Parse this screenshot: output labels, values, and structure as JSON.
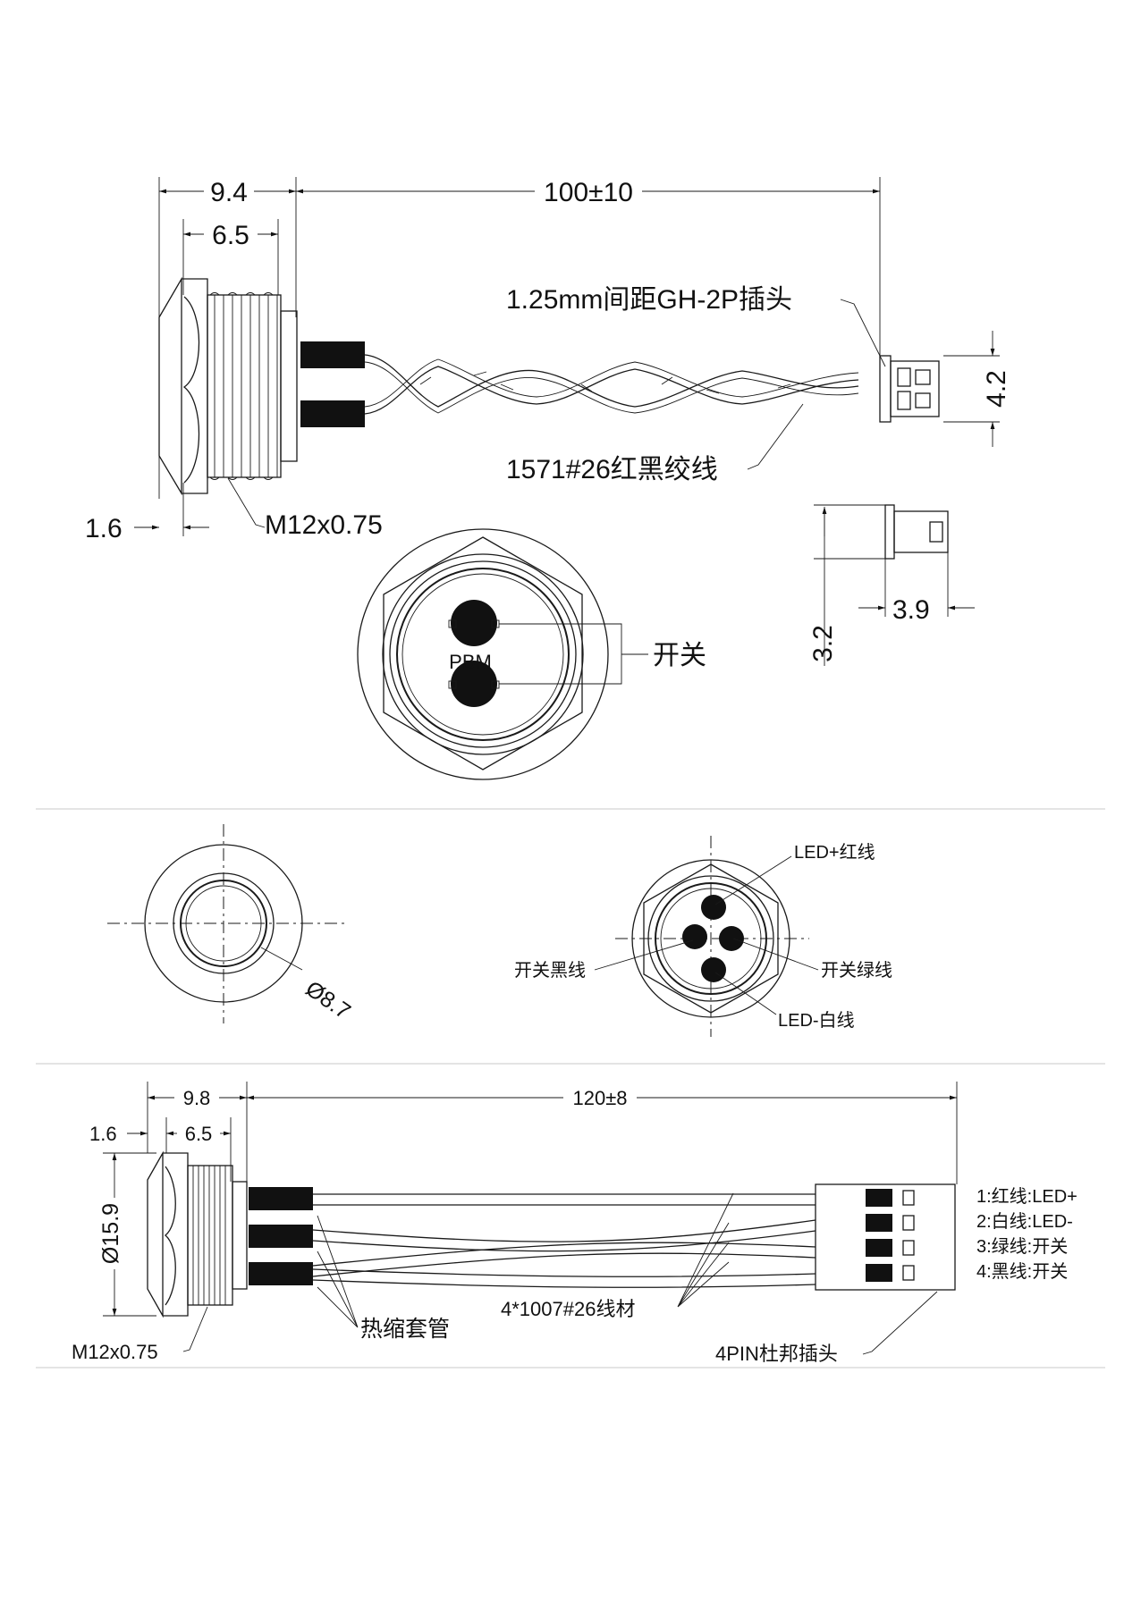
{
  "top_view": {
    "dim_total_length": "9.4",
    "dim_thread_length": "6.5",
    "dim_cable_length": "100±10",
    "dim_flange": "1.6",
    "thread_spec": "M12x0.75",
    "connector_label": "1.25mm间距GH-2P插头",
    "wire_label": "1571#26红黑绞线",
    "connector_height": "4.2",
    "connector_side_width": "3.9",
    "connector_side_height": "3.2"
  },
  "face_view": {
    "switch_label": "开关",
    "center_text": "PBM"
  },
  "front_round_view": {
    "diameter_label": "Ø8.7"
  },
  "rear_pin_view": {
    "led_plus": "LED+红线",
    "led_minus": "LED-白线",
    "switch_black": "开关黑线",
    "switch_green": "开关绿线"
  },
  "bottom_view": {
    "dim_total_length": "9.8",
    "dim_thread_length": "6.5",
    "dim_cable_length": "120±8",
    "dim_flange": "1.6",
    "diameter_label": "Ø15.9",
    "thread_spec": "M12x0.75",
    "heat_shrink_label": "热缩套管",
    "wire_label": "4*1007#26线材",
    "connector_label": "4PIN杜邦插头",
    "pin_list": [
      "1:红线:LED+",
      "2:白线:LED-",
      "3:绿线:开关",
      "4:黑线:开关"
    ]
  }
}
